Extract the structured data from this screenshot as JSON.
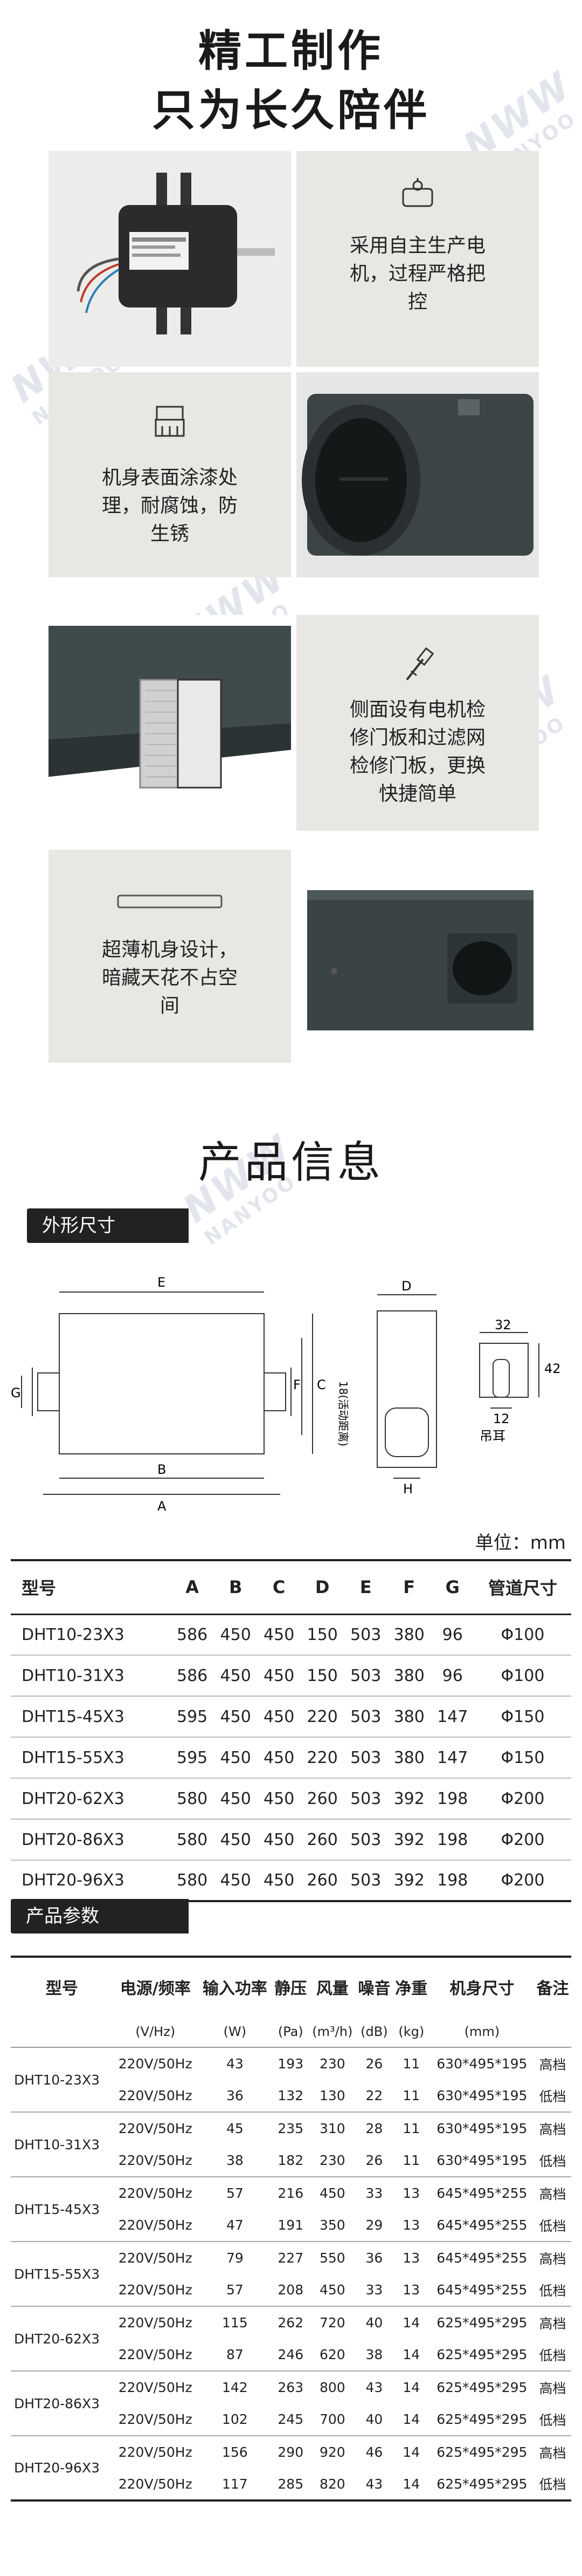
{
  "hero": {
    "line1": "精工制作",
    "line2": "只为长久陪伴"
  },
  "watermark": {
    "logo": "NWW",
    "brand": "NANYOO"
  },
  "features": [
    {
      "text": "采用自主生产电\n机，过程严格把\n控",
      "icon": "motor-icon"
    },
    {
      "text": "机身表面涂漆处\n理，耐腐蚀，防\n生锈",
      "icon": "paint-brush-icon"
    },
    {
      "text": "侧面设有电机检\n修门板和过滤网\n检修门板，更换\n快捷简单",
      "icon": "screwdriver-icon"
    },
    {
      "text": "超薄机身设计，\n暗藏天花不占空\n间",
      "icon": "slim-panel-icon"
    }
  ],
  "product_info": {
    "title": "产品信息",
    "dimension_tag": "外形尺寸",
    "unit": "单位：mm",
    "diagram_labels": {
      "side": [
        "E",
        "G",
        "F",
        "C",
        "B",
        "A"
      ],
      "end": "D",
      "end_note": "18(活动距离)",
      "end_bottom": "H",
      "hanger": [
        "32",
        "42",
        "12"
      ],
      "hanger_name": "吊耳"
    },
    "dimension_table": {
      "headers": [
        "型号",
        "A",
        "B",
        "C",
        "D",
        "E",
        "F",
        "G",
        "管道尺寸"
      ],
      "rows": [
        [
          "DHT10-23X3",
          "586",
          "450",
          "450",
          "150",
          "503",
          "380",
          "96",
          "Φ100"
        ],
        [
          "DHT10-31X3",
          "586",
          "450",
          "450",
          "150",
          "503",
          "380",
          "96",
          "Φ100"
        ],
        [
          "DHT15-45X3",
          "595",
          "450",
          "450",
          "220",
          "503",
          "380",
          "147",
          "Φ150"
        ],
        [
          "DHT15-55X3",
          "595",
          "450",
          "450",
          "220",
          "503",
          "380",
          "147",
          "Φ150"
        ],
        [
          "DHT20-62X3",
          "580",
          "450",
          "450",
          "260",
          "503",
          "392",
          "198",
          "Φ200"
        ],
        [
          "DHT20-86X3",
          "580",
          "450",
          "450",
          "260",
          "503",
          "392",
          "198",
          "Φ200"
        ],
        [
          "DHT20-96X3",
          "580",
          "450",
          "450",
          "260",
          "503",
          "392",
          "198",
          "Φ200"
        ]
      ]
    }
  },
  "params": {
    "tag": "产品参数",
    "headers": [
      "型号",
      "电源/频率",
      "输入功率",
      "静压",
      "风量",
      "噪音",
      "净重",
      "机身尺寸",
      "备注"
    ],
    "units": [
      "",
      "(V/Hz)",
      "(W)",
      "(Pa)",
      "(m³/h)",
      "(dB)",
      "(kg)",
      "(mm)",
      ""
    ],
    "groups": [
      {
        "model": "DHT10-23X3",
        "rows": [
          [
            "220V/50Hz",
            "43",
            "193",
            "230",
            "26",
            "11",
            "630*495*195",
            "高档"
          ],
          [
            "220V/50Hz",
            "36",
            "132",
            "130",
            "22",
            "11",
            "630*495*195",
            "低档"
          ]
        ]
      },
      {
        "model": "DHT10-31X3",
        "rows": [
          [
            "220V/50Hz",
            "45",
            "235",
            "310",
            "28",
            "11",
            "630*495*195",
            "高档"
          ],
          [
            "220V/50Hz",
            "38",
            "182",
            "230",
            "26",
            "11",
            "630*495*195",
            "低档"
          ]
        ]
      },
      {
        "model": "DHT15-45X3",
        "rows": [
          [
            "220V/50Hz",
            "57",
            "216",
            "450",
            "33",
            "13",
            "645*495*255",
            "高档"
          ],
          [
            "220V/50Hz",
            "47",
            "191",
            "350",
            "29",
            "13",
            "645*495*255",
            "低档"
          ]
        ]
      },
      {
        "model": "DHT15-55X3",
        "rows": [
          [
            "220V/50Hz",
            "79",
            "227",
            "550",
            "36",
            "13",
            "645*495*255",
            "高档"
          ],
          [
            "220V/50Hz",
            "57",
            "208",
            "450",
            "33",
            "13",
            "645*495*255",
            "低档"
          ]
        ]
      },
      {
        "model": "DHT20-62X3",
        "rows": [
          [
            "220V/50Hz",
            "115",
            "262",
            "720",
            "40",
            "14",
            "625*495*295",
            "高档"
          ],
          [
            "220V/50Hz",
            "87",
            "246",
            "620",
            "38",
            "14",
            "625*495*295",
            "低档"
          ]
        ]
      },
      {
        "model": "DHT20-86X3",
        "rows": [
          [
            "220V/50Hz",
            "142",
            "263",
            "800",
            "43",
            "14",
            "625*495*295",
            "高档"
          ],
          [
            "220V/50Hz",
            "102",
            "245",
            "700",
            "40",
            "14",
            "625*495*295",
            "低档"
          ]
        ]
      },
      {
        "model": "DHT20-96X3",
        "rows": [
          [
            "220V/50Hz",
            "156",
            "290",
            "920",
            "46",
            "14",
            "625*495*295",
            "高档"
          ],
          [
            "220V/50Hz",
            "117",
            "285",
            "820",
            "43",
            "14",
            "625*495*295",
            "低档"
          ]
        ]
      }
    ]
  }
}
